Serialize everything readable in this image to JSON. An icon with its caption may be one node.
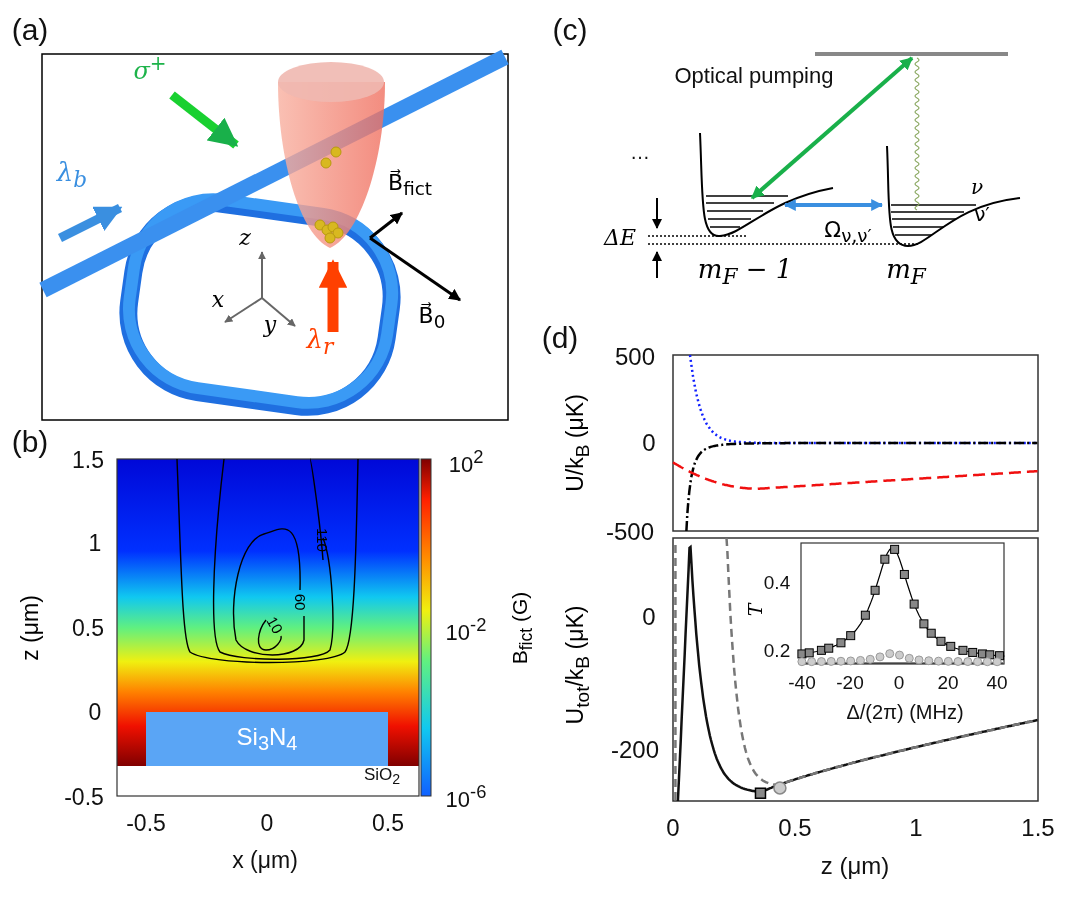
{
  "diagram": {
    "labels": [
      "(a)",
      "σ$^{+}$",
      "λ$_{b}$",
      "B⃗$_{fict}$",
      "z",
      "x",
      "y",
      "λ$_{r}$",
      "B⃗$_{0}$",
      "(c)",
      "Optical pumping",
      "…",
      "ΔE",
      "Ω$_{ν,ν′}$",
      "ν",
      "ν′",
      "m$_{F}$ − 1",
      "m$_{F}$",
      "(b)",
      "1.5",
      "1",
      "0.5",
      "0",
      "-0.5",
      "110",
      "60",
      "10",
      "Si$_{3}$N$_{4}$",
      "SiO$_{2}$",
      "-0.5",
      "0",
      "0.5",
      "x (μm)",
      "z (μm)",
      "10$^{2}$",
      "10$^{-2}$",
      "10$^{-6}$",
      "B$_{fict}$ (G)",
      "(d)",
      "500",
      "0",
      "-500",
      "U/k$_{B}$ (μK)",
      "0",
      "-200",
      "U$_{tot}$/k$_{B}$ (μK)",
      "0.4",
      "0.2",
      "T",
      "-40",
      "-20",
      "0",
      "20",
      "40",
      "Δ/(2π) (MHz)",
      "0",
      "0.5",
      "1",
      "1.5",
      "z (μm)"
    ]
  }
}
